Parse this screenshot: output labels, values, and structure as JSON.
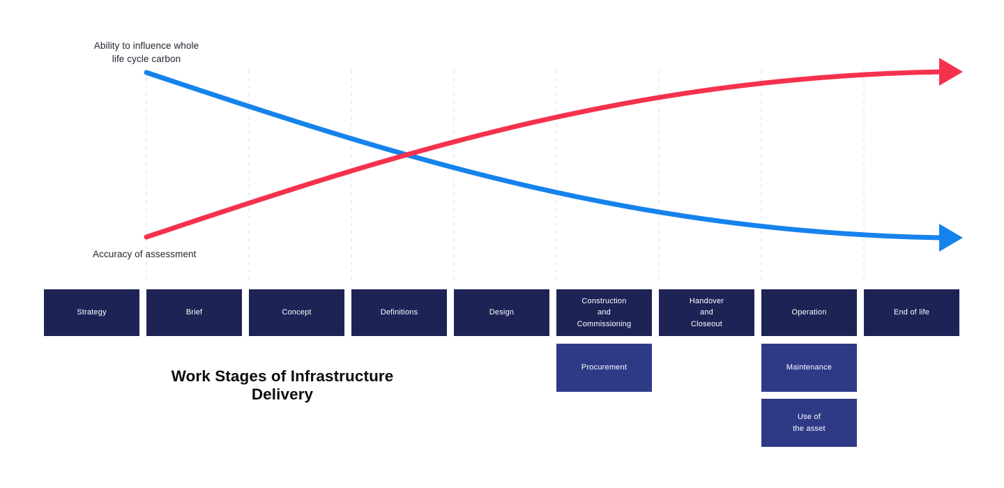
{
  "title": "Work Stages of Infrastructure Delivery",
  "labels": {
    "influence": "Ability to influence whole\nlife cycle carbon",
    "accuracy": "Accuracy of assessment"
  },
  "stages": [
    {
      "label": "Strategy"
    },
    {
      "label": "Brief"
    },
    {
      "label": "Concept"
    },
    {
      "label": "Definitions"
    },
    {
      "label": "Design"
    },
    {
      "label": "Construction\nand\nCommissioning"
    },
    {
      "label": "Handover\nand\nCloseout"
    },
    {
      "label": "Operation"
    },
    {
      "label": "End of life"
    }
  ],
  "sub_stages": [
    {
      "label": "Procurement"
    },
    {
      "label": "Maintenance"
    },
    {
      "label": "Use of\nthe asset"
    }
  ],
  "colors": {
    "primary_box": "#1e2355",
    "secondary_box": "#2f3a87",
    "influence_curve": "#1683ec",
    "accuracy_curve": "#f5324e",
    "gridline": "#dcdcdc",
    "title_text": "#0c0c0f",
    "box_text": "#ffffff"
  },
  "chart_data": {
    "type": "line",
    "title": "Work Stages of Infrastructure Delivery",
    "x_categories": [
      "Strategy",
      "Brief",
      "Concept",
      "Definitions",
      "Design",
      "Construction and Commissioning",
      "Handover and Closeout",
      "Operation",
      "End of life"
    ],
    "series": [
      {
        "name": "Ability to influence whole life cycle carbon",
        "color": "#1683ec",
        "trend": "decreasing",
        "values_norm": [
          1.0,
          0.85,
          0.68,
          0.52,
          0.4,
          0.28,
          0.19,
          0.11,
          0.05
        ]
      },
      {
        "name": "Accuracy of assessment",
        "color": "#f5324e",
        "trend": "increasing",
        "values_norm": [
          0.0,
          0.15,
          0.32,
          0.48,
          0.6,
          0.72,
          0.81,
          0.89,
          0.95
        ]
      }
    ],
    "axes_visible": false,
    "gridlines": "vertical dashed lines at stage boundaries",
    "legend_position": "curve-end labels at left"
  }
}
